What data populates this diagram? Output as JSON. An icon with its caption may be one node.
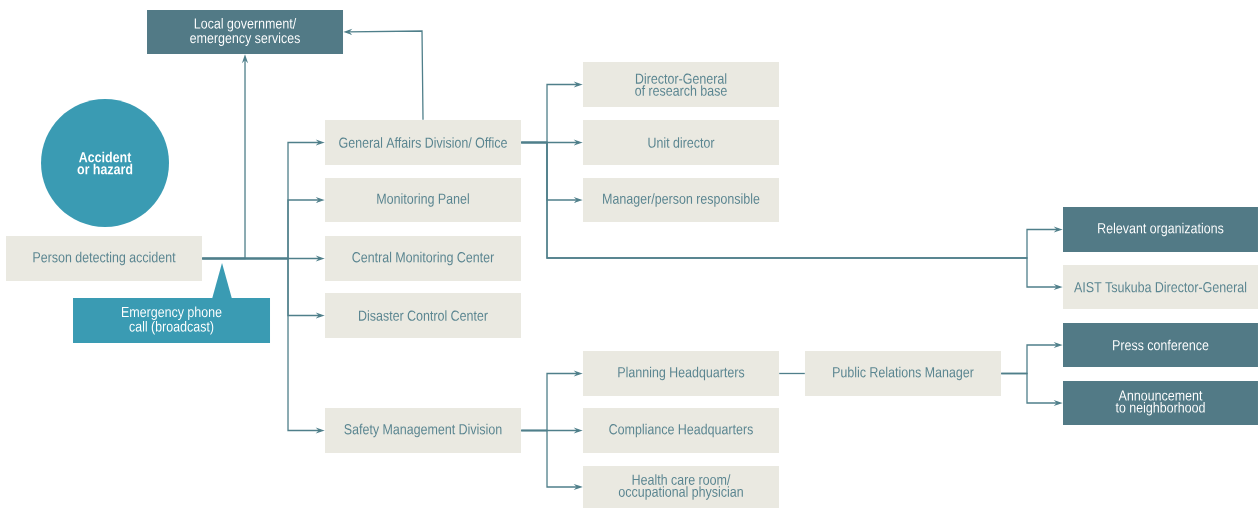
{
  "diagram": {
    "nodes": [
      {
        "text": [
          "Local government/ emergency services"
        ]
      },
      {
        "text": [
          "Accident or hazard"
        ]
      },
      {
        "text": [
          "Person detecting accident"
        ]
      },
      {
        "text": [
          "Emergency phone call (broadcast)"
        ]
      },
      {
        "text": [
          "General Affairs Division/ Office"
        ]
      },
      {
        "text": [
          "Monitoring Panel"
        ]
      },
      {
        "text": [
          "Central Monitoring Center"
        ]
      },
      {
        "text": [
          "Disaster Control Center"
        ]
      },
      {
        "text": [
          "Safety Management Division"
        ]
      },
      {
        "text": [
          "Director-General of research base"
        ]
      },
      {
        "text": [
          "Unit director"
        ]
      },
      {
        "text": [
          "Manager/person responsible"
        ]
      },
      {
        "text": [
          "Relevant organizations"
        ]
      },
      {
        "text": [
          "AIST Tsukuba Director-General"
        ]
      },
      {
        "text": [
          "Planning Headquarters"
        ]
      },
      {
        "text": [
          "Public Relations Manager"
        ]
      },
      {
        "text": [
          "Press conference"
        ]
      },
      {
        "text": [
          "Announcement to neighborhood"
        ]
      },
      {
        "text": [
          "Compliance Headquarters"
        ]
      },
      {
        "text": [
          "Health care room/ occupational physician"
        ]
      }
    ],
    "edges": [
      {
        "from": 2,
        "to": 0,
        "arrow": "to"
      },
      {
        "from": 2,
        "to": 4,
        "arrow": "to"
      },
      {
        "from": 2,
        "to": 5,
        "arrow": "to"
      },
      {
        "from": 2,
        "to": 6,
        "arrow": "to"
      },
      {
        "from": 2,
        "to": 7,
        "arrow": "to"
      },
      {
        "from": 2,
        "to": 8,
        "arrow": "to"
      },
      {
        "from": 4,
        "to": 0,
        "arrow": "to"
      },
      {
        "from": 4,
        "to": 9,
        "arrow": "to"
      },
      {
        "from": 4,
        "to": 10,
        "arrow": "to"
      },
      {
        "from": 4,
        "to": 11,
        "arrow": "to"
      },
      {
        "from": 4,
        "to": 12,
        "arrow": "to"
      },
      {
        "from": 4,
        "to": 13,
        "arrow": "to"
      },
      {
        "from": 8,
        "to": 14,
        "arrow": "to"
      },
      {
        "from": 8,
        "to": 18,
        "arrow": "to"
      },
      {
        "from": 8,
        "to": 19,
        "arrow": "to"
      },
      {
        "from": 14,
        "to": 15,
        "arrow": "none"
      },
      {
        "from": 15,
        "to": 16,
        "arrow": "to"
      },
      {
        "from": 15,
        "to": 17,
        "arrow": "to"
      }
    ]
  }
}
